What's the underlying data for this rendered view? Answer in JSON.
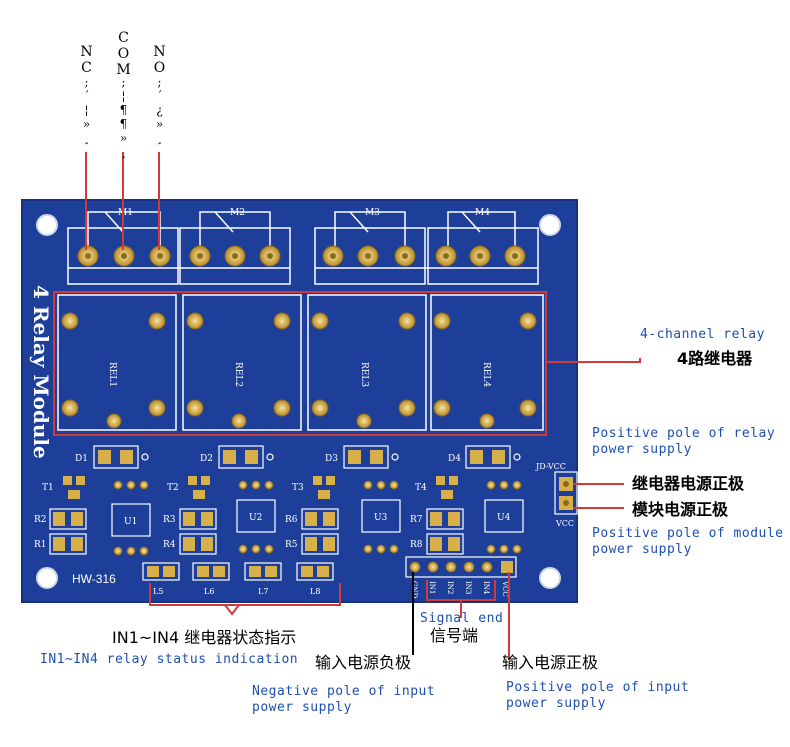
{
  "terminal_labels": {
    "nc": "NC",
    "com": "COM",
    "no": "NO",
    "garbled_nc": ";´¦»¸",
    "garbled_com": ";¦¶¶»¸",
    "garbled_no": ";´¿»¸"
  },
  "board": {
    "silk_title": "4 Relay Module",
    "model": "HW-316",
    "terminals": [
      "M1",
      "M2",
      "M3",
      "M4"
    ],
    "relays": [
      "REL1",
      "REL2",
      "REL3",
      "REL4"
    ],
    "diodes": [
      "D1",
      "D2",
      "D3",
      "D4"
    ],
    "transistors": [
      "T1",
      "T2",
      "T3",
      "T4"
    ],
    "resistors": [
      "R2",
      "R1",
      "R3",
      "R4",
      "R6",
      "R5",
      "R7",
      "R8"
    ],
    "ics": [
      "U1",
      "U2",
      "U3",
      "U4"
    ],
    "leds": [
      "L5",
      "L6",
      "L7",
      "L8"
    ],
    "jd_vcc": "JD-VCC",
    "vcc": "VCC",
    "header_pins": [
      "GND",
      "IN1",
      "IN2",
      "IN3",
      "IN4",
      "VCC"
    ]
  },
  "annotations": {
    "relay_en": "4-channel relay",
    "relay_cn": "4路继电器",
    "relay_pos_en_1": "Positive pole of relay",
    "relay_pos_en_2": "power supply",
    "relay_pos_cn": "继电器电源正极",
    "module_pos_cn": "模块电源正极",
    "module_pos_en_1": "Positive pole of module",
    "module_pos_en_2": "power supply",
    "status_cn": "IN1~IN4 继电器状态指示",
    "status_en": "IN1~IN4 relay status indication",
    "signal_en": "Signal end",
    "signal_cn": "信号端",
    "neg_input_cn": "输入电源负极",
    "neg_input_en_1": "Negative pole of input",
    "neg_input_en_2": "power supply",
    "pos_input_cn": "输入电源正极",
    "pos_input_en_1": "Positive pole of input",
    "pos_input_en_2": "power supply"
  },
  "colors": {
    "pcb": "#1d3f9a",
    "silk": "#ffffff",
    "pad": "#d8b04a",
    "callout": "#d23a3a",
    "label_blue": "#1f4fb0"
  }
}
